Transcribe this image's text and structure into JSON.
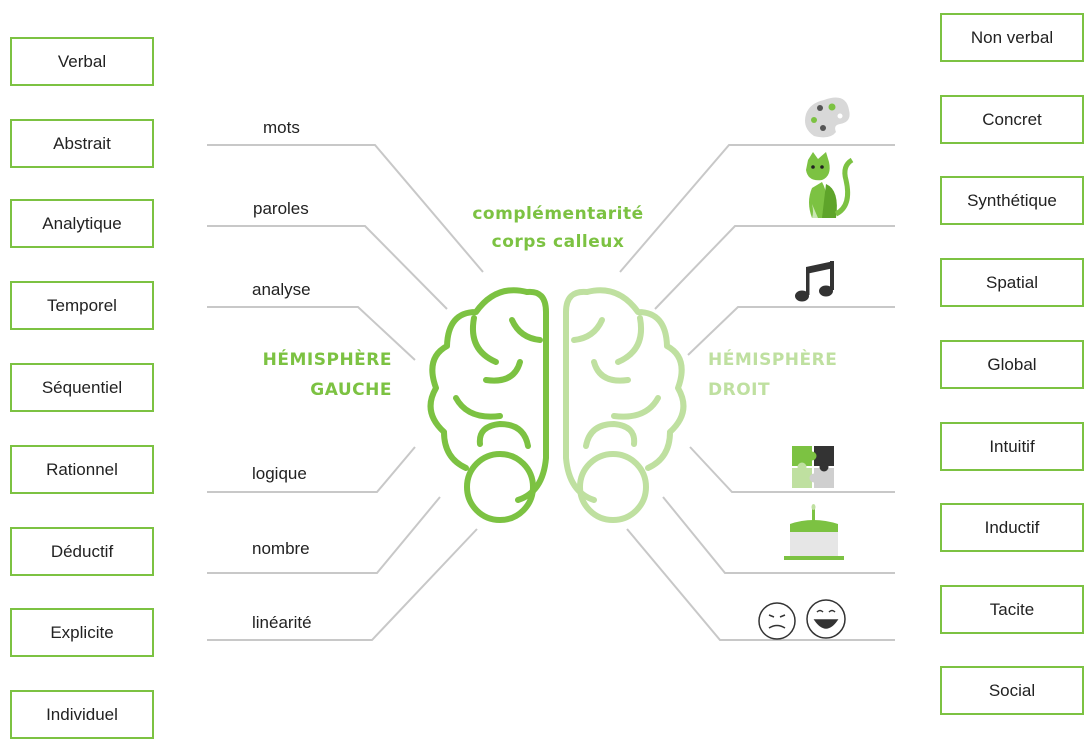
{
  "left_boxes": [
    "Verbal",
    "Abstrait",
    "Analytique",
    "Temporel",
    "Séquentiel",
    "Rationnel",
    "Déductif",
    "Explicite",
    "Individuel"
  ],
  "right_boxes": [
    "Non verbal",
    "Concret",
    "Synthétique",
    "Spatial",
    "Global",
    "Intuitif",
    "Inductif",
    "Tacite",
    "Social"
  ],
  "left_labels": [
    "mots",
    "paroles",
    "analyse",
    "logique",
    "nombre",
    "linéarité"
  ],
  "center_title": {
    "line1": "complémentarité",
    "line2": "corps calleux"
  },
  "left_hemisphere": {
    "line1": "HÉMISPHÈRE",
    "line2": "GAUCHE"
  },
  "right_hemisphere": {
    "line1": "HÉMISPHÈRE",
    "line2": "DROIT"
  },
  "right_icons": [
    "palette-icon",
    "cat-icon",
    "music-note-icon",
    "puzzle-icon",
    "cake-icon",
    "faces-icon"
  ],
  "colors": {
    "accent": "#7cc242",
    "light_accent": "#bfe0a0",
    "line": "#c8c8c8"
  }
}
